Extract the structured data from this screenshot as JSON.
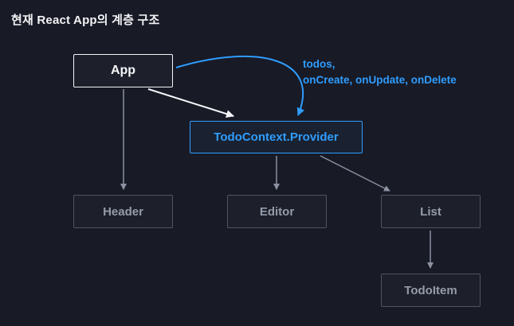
{
  "title": "현재 React App의 계층 구조",
  "diagram": {
    "nodes": {
      "app": {
        "label": "App"
      },
      "provider": {
        "label": "TodoContext.Provider"
      },
      "header": {
        "label": "Header"
      },
      "editor": {
        "label": "Editor"
      },
      "list": {
        "label": "List"
      },
      "todoitem": {
        "label": "TodoItem"
      }
    },
    "annotation": {
      "line1": "todos,",
      "line2": "onCreate, onUpdate, onDelete"
    },
    "edges": [
      {
        "from": "app",
        "to": "provider",
        "style": "curved",
        "color": "#2f9dff",
        "label": "todos, onCreate, onUpdate, onDelete"
      },
      {
        "from": "app",
        "to": "provider",
        "style": "straight",
        "color": "#ffffff"
      },
      {
        "from": "app",
        "to": "header",
        "style": "straight",
        "color": "#8b91a0"
      },
      {
        "from": "provider",
        "to": "editor",
        "style": "straight",
        "color": "#8b91a0"
      },
      {
        "from": "provider",
        "to": "list",
        "style": "straight",
        "color": "#8b91a0"
      },
      {
        "from": "list",
        "to": "todoitem",
        "style": "straight",
        "color": "#8b91a0"
      }
    ],
    "colors": {
      "background": "#181a26",
      "accent_blue": "#2f9dff",
      "white": "#f5f6f8",
      "gray": "#8b91a0",
      "box_border_gray": "#4f5563"
    }
  }
}
